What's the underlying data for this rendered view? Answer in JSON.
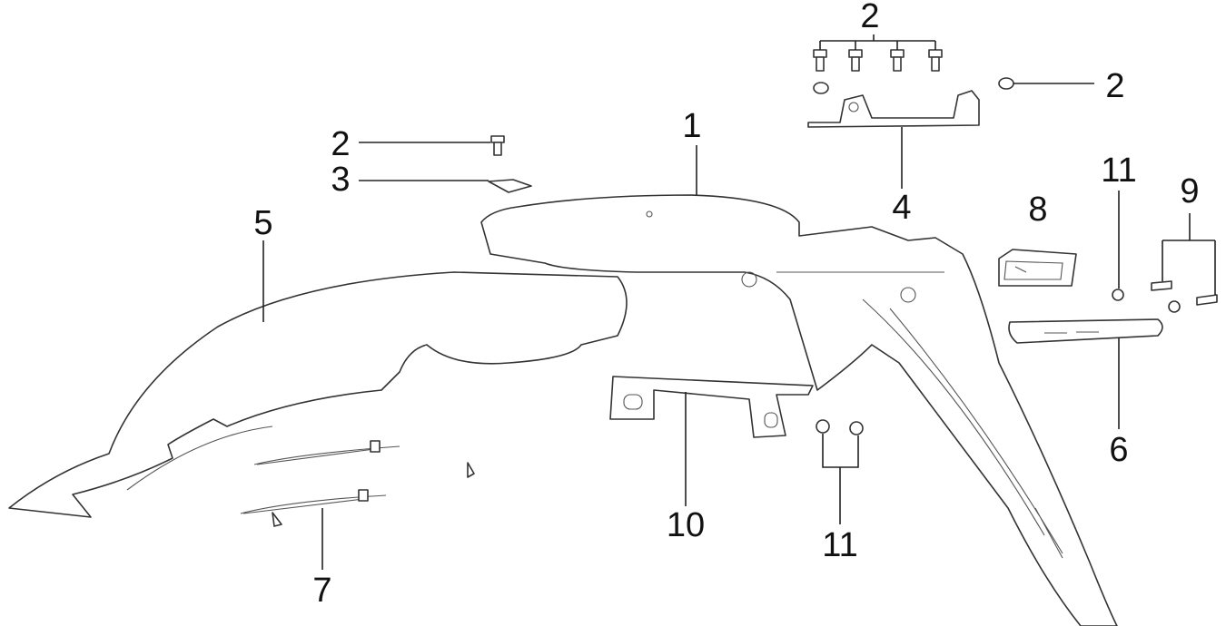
{
  "diagram": {
    "type": "exploded-parts-diagram",
    "callouts": [
      {
        "id": "top-bolts",
        "text": "2"
      },
      {
        "id": "right-nut",
        "text": "2"
      },
      {
        "id": "rear-fender",
        "text": "1"
      },
      {
        "id": "left-bolt",
        "text": "2"
      },
      {
        "id": "clip",
        "text": "3"
      },
      {
        "id": "bracket-top",
        "text": "4"
      },
      {
        "id": "front-fender",
        "text": "5"
      },
      {
        "id": "reflector",
        "text": "8"
      },
      {
        "id": "right-nuts",
        "text": "11"
      },
      {
        "id": "right-bolts",
        "text": "9"
      },
      {
        "id": "plate-bracket",
        "text": "6"
      },
      {
        "id": "lower-bracket",
        "text": "10"
      },
      {
        "id": "lower-nuts",
        "text": "11"
      },
      {
        "id": "cable-ties",
        "text": "7"
      }
    ]
  }
}
